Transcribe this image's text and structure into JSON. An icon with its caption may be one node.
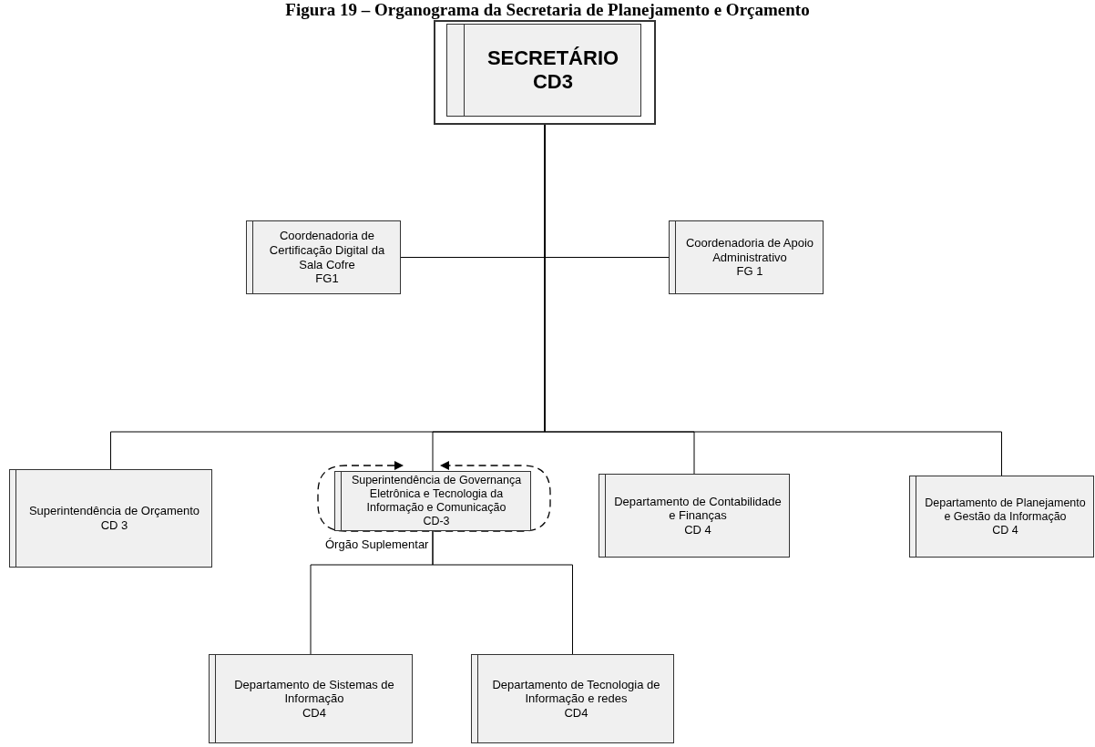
{
  "diagram": {
    "title": "Figura 19 – Organograma da Secretaria de Planejamento e Orçamento",
    "nodes": [
      {
        "text": [
          "SECRETÁRIO",
          "CD3"
        ]
      },
      {
        "text": [
          "Coordenadoria de Certificação Digital da Sala Cofre",
          "FG1"
        ]
      },
      {
        "text": [
          "Coordenadoria de Apoio Administrativo",
          "FG 1"
        ]
      },
      {
        "text": [
          "Superintendência de Orçamento",
          "CD 3"
        ]
      },
      {
        "text": [
          "Órgão Suplementar"
        ]
      },
      {
        "text": [
          "Superintendência de Governança Eletrônica e Tecnologia da Informação e Comunicação",
          "CD-3"
        ],
        "in": 4
      },
      {
        "text": [
          "Departamento de Contabilidade e Finanças",
          "CD 4"
        ]
      },
      {
        "text": [
          "Departamento de Planejamento e Gestão da Informação",
          "CD 4"
        ]
      },
      {
        "text": [
          "Departamento de Sistemas de Informação",
          "CD4"
        ]
      },
      {
        "text": [
          "Departamento de Tecnologia de Informação e redes",
          "CD4"
        ]
      }
    ],
    "edges": [
      {
        "from": 0,
        "to": 1,
        "arrow": "none"
      },
      {
        "from": 0,
        "to": 2,
        "arrow": "none"
      },
      {
        "from": 0,
        "to": 3,
        "arrow": "none"
      },
      {
        "from": 0,
        "to": 5,
        "arrow": "none"
      },
      {
        "from": 0,
        "to": 6,
        "arrow": "none"
      },
      {
        "from": 0,
        "to": 7,
        "arrow": "none"
      },
      {
        "from": 5,
        "to": 8,
        "arrow": "none"
      },
      {
        "from": 5,
        "to": 9,
        "arrow": "none"
      }
    ]
  }
}
